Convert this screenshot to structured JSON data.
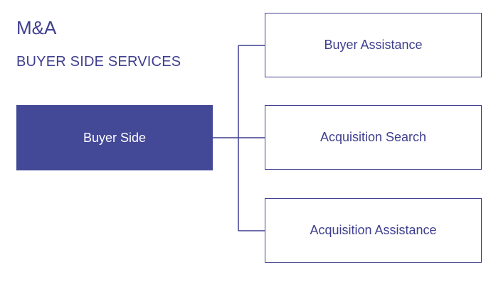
{
  "header": {
    "title": "M&A",
    "subtitle": "BUYER SIDE SERVICES"
  },
  "diagram": {
    "root": {
      "label": "Buyer Side"
    },
    "children": [
      {
        "label": "Buyer Assistance"
      },
      {
        "label": "Acquisition Search"
      },
      {
        "label": "Acquisition Assistance"
      }
    ]
  },
  "colors": {
    "accent": "#434897",
    "text": "#3f3f8f",
    "background": "#ffffff"
  }
}
